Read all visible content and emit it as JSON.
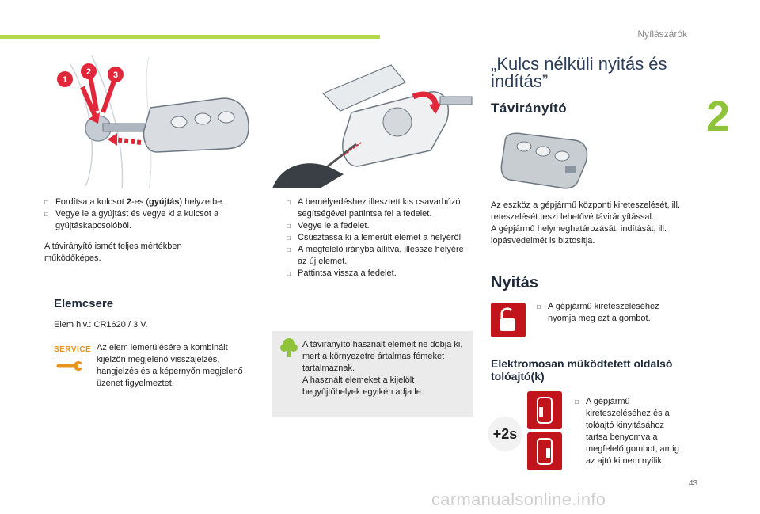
{
  "header": {
    "section": "Nyílászárók",
    "chapter": "2"
  },
  "footer": {
    "page_number": "43",
    "watermark": "carmanualsonline.info"
  },
  "left": {
    "figure_callouts": [
      "1",
      "2",
      "3"
    ],
    "bullets": [
      [
        "Fordítsa a kulcsot ",
        "2",
        "-es (",
        "gyújtás",
        ") helyzetbe."
      ],
      "Vegye le a gyújtást és vegye ki a kulcsot a gyújtáskapcsolóból."
    ],
    "note": "A távirányító ismét teljes mértékben működőképes.",
    "battery_heading": "Elemcsere",
    "battery_type": "Elem hiv.: CR1620 / 3 V.",
    "service_label": "SERVICE",
    "service_text": "Az elem lemerülésére a kombinált kijelzőn megjelenő visszajelzés, hangjelzés és a képernyőn megjelenő üzenet figyelmeztet."
  },
  "middle": {
    "bullets": [
      "A bemélyedéshez illesztett kis csavarhúzó segítségével pattintsa fel a fedelet.",
      "Vegye le a fedelet.",
      "Csúsztassa ki a lemerült elemet a helyéről.",
      "A megfelelő irányba állítva, illessze helyére az új elemet.",
      "Pattintsa vissza a fedelet."
    ],
    "eco_text": "A távirányító használt elemeit ne dobja ki, mert a környezetre ártalmas fémeket tartalmaznak.\nA használt elemeket a kijelölt begyűjtőhelyek egyikén adja le."
  },
  "right": {
    "title": "„Kulcs nélküli nyitás és indítás”",
    "remote_heading": "Távirányító",
    "remote_text": "Az eszköz a gépjármű központi kireteszelését, ill. reteszelését teszi lehetővé távirányítással.\nA gépjármű helymeghatározását, indítását, ill. lopásvédelmét is biztosítja.",
    "open_heading": "Nyitás",
    "open_bullet": "A gépjármű kireteszeléséhez nyomja meg ezt a gombot.",
    "elec_heading": "Elektromosan működtetett oldalsó tolóajtó(k)",
    "elec_badge": "+2s",
    "elec_bullet": "A gépjármű kireteszeléséhez és a tolóajtó kinyitásához tartsa benyomva a megfelelő gombot, amíg az ajtó ki nem nyílik."
  },
  "icons": {
    "bullet": "checkbox-bullet-icon",
    "service": "wrench-icon",
    "eco": "tree-icon",
    "unlock": "unlock-padlock-icon",
    "slide_door": "sliding-door-icon"
  },
  "colors": {
    "accent": "#b5d94a",
    "chapter": "#8fc33a",
    "red": "#c2141b",
    "callout": "#e0283a"
  }
}
